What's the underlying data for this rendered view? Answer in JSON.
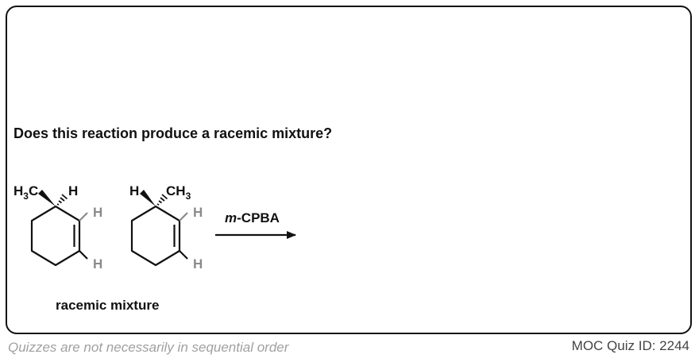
{
  "question": "Does this reaction produce a racemic mixture?",
  "reagent": {
    "prefix": "m",
    "rest": "-CPBA"
  },
  "mixture_label": "racemic mixture",
  "molecule_left": {
    "methyl": "H3C",
    "h_top": "H",
    "vinyl_h1": "H",
    "vinyl_h2": "H"
  },
  "molecule_right": {
    "h_top": "H",
    "methyl": "CH3",
    "vinyl_h1": "H",
    "vinyl_h2": "H"
  },
  "footer": {
    "note": "Quizzes are not necessarily in sequential order",
    "quiz_id": "MOC Quiz ID: 2244"
  },
  "colors": {
    "bond": "#111111",
    "gray_h": "#8a8a8a",
    "footer_note": "#a0a0a0"
  }
}
